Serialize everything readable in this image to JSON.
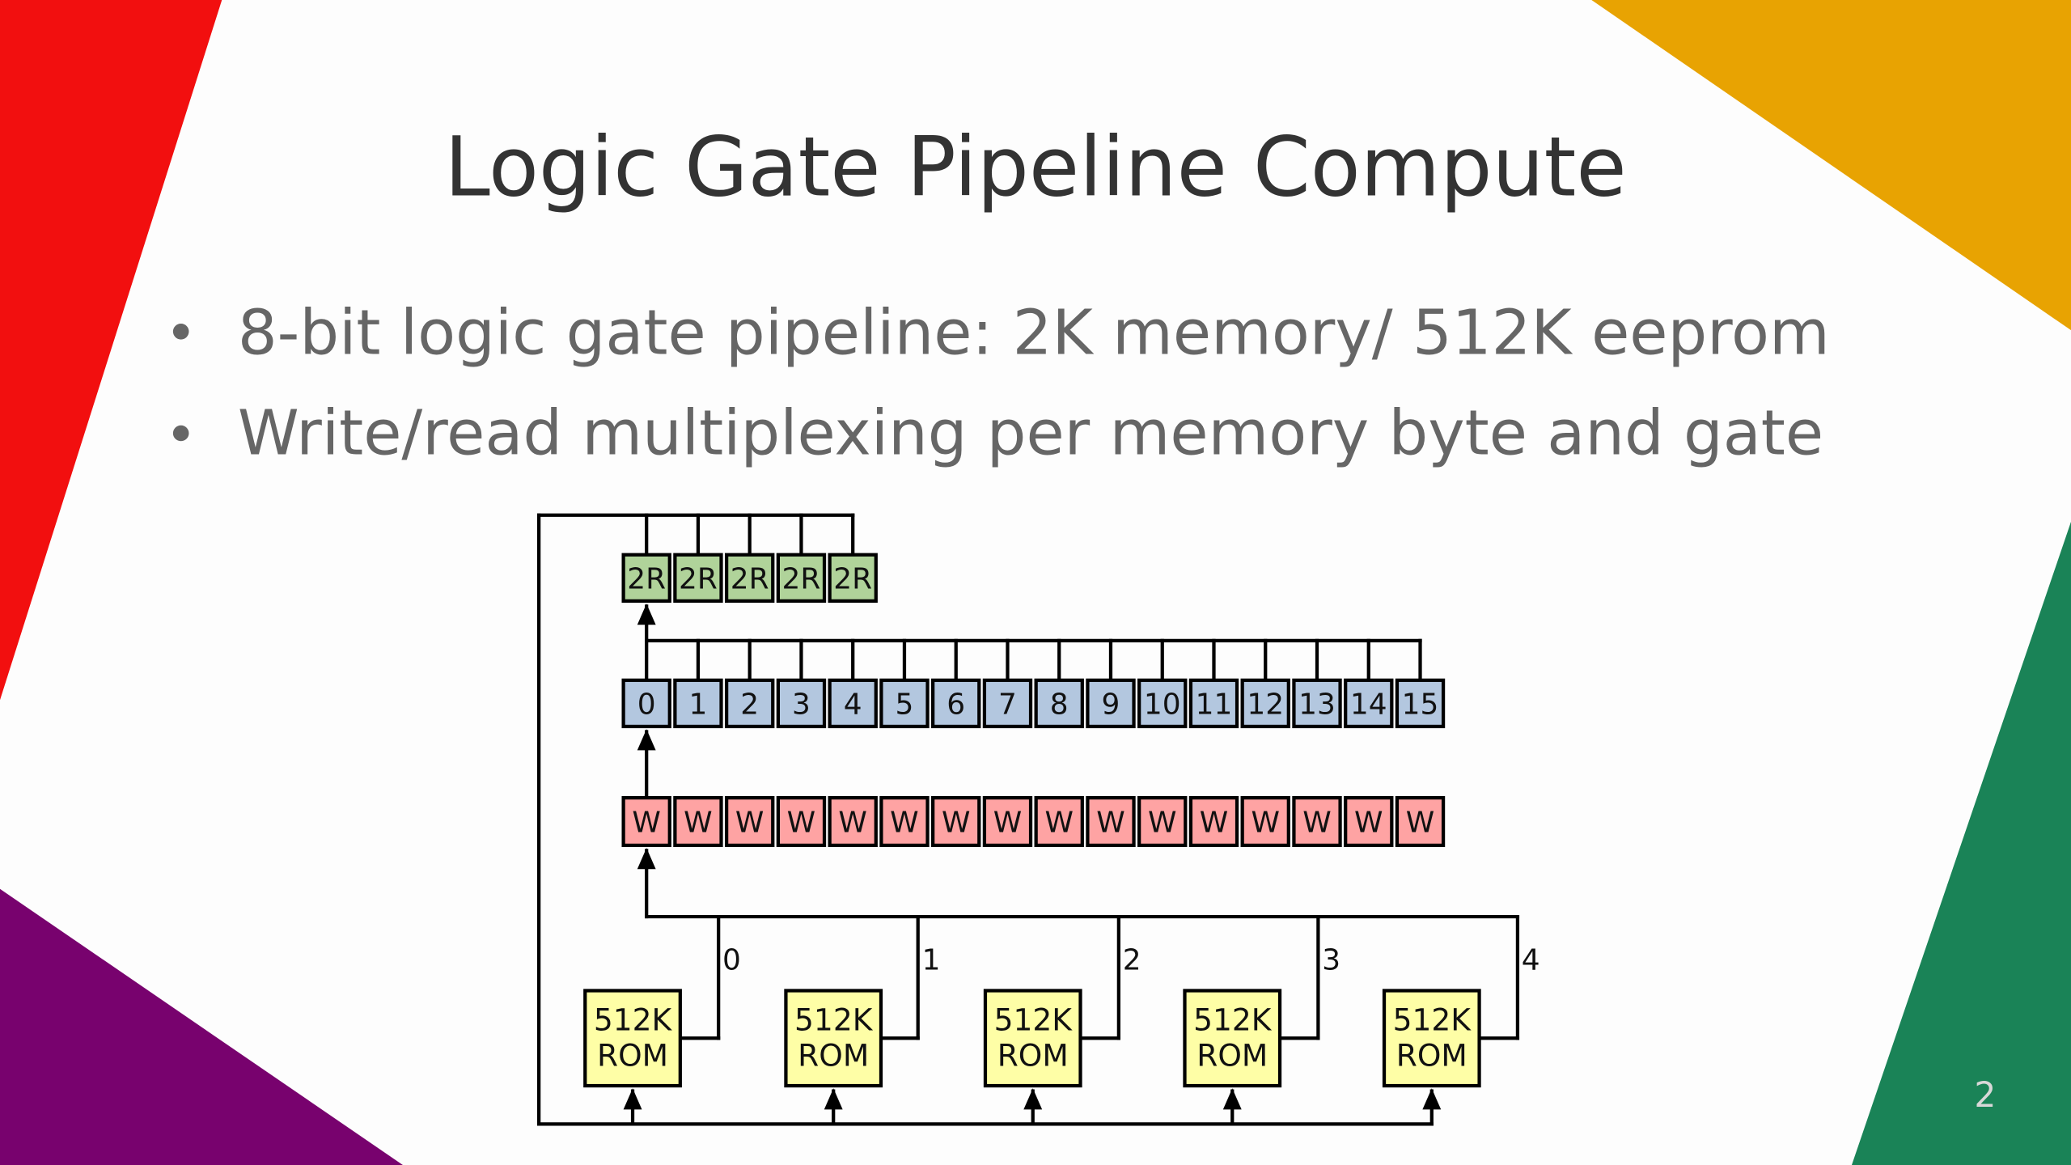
{
  "slide": {
    "title": "Logic Gate Pipeline Compute",
    "bullets": [
      "8-bit logic gate pipeline: 2K memory/ 512K eeprom",
      "Write/read multiplexing per memory byte and gate"
    ],
    "page_number": "2",
    "colors": {
      "background": "#fdfdfd",
      "red_accent": "#f20f0f",
      "orange_accent": "#e8a302",
      "green_accent": "#1a8357",
      "purple_accent": "#78026e",
      "title_text": "#333333",
      "body_text": "#666666"
    }
  },
  "diagram": {
    "read_gates": {
      "labels": [
        "2R",
        "2R",
        "2R",
        "2R",
        "2R"
      ],
      "fill": "#b0d39a"
    },
    "memory_bytes": {
      "labels": [
        "0",
        "1",
        "2",
        "3",
        "4",
        "5",
        "6",
        "7",
        "8",
        "9",
        "10",
        "11",
        "12",
        "13",
        "14",
        "15"
      ],
      "fill": "#b3c7df"
    },
    "write_gates": {
      "labels": [
        "W",
        "W",
        "W",
        "W",
        "W",
        "W",
        "W",
        "W",
        "W",
        "W",
        "W",
        "W",
        "W",
        "W",
        "W",
        "W"
      ],
      "fill": "#fea3a3"
    },
    "roms": {
      "line1": "512K",
      "line2": "ROM",
      "count": 5,
      "fill": "#fefea6",
      "bus_labels": [
        "0",
        "1",
        "2",
        "3",
        "4"
      ]
    }
  }
}
